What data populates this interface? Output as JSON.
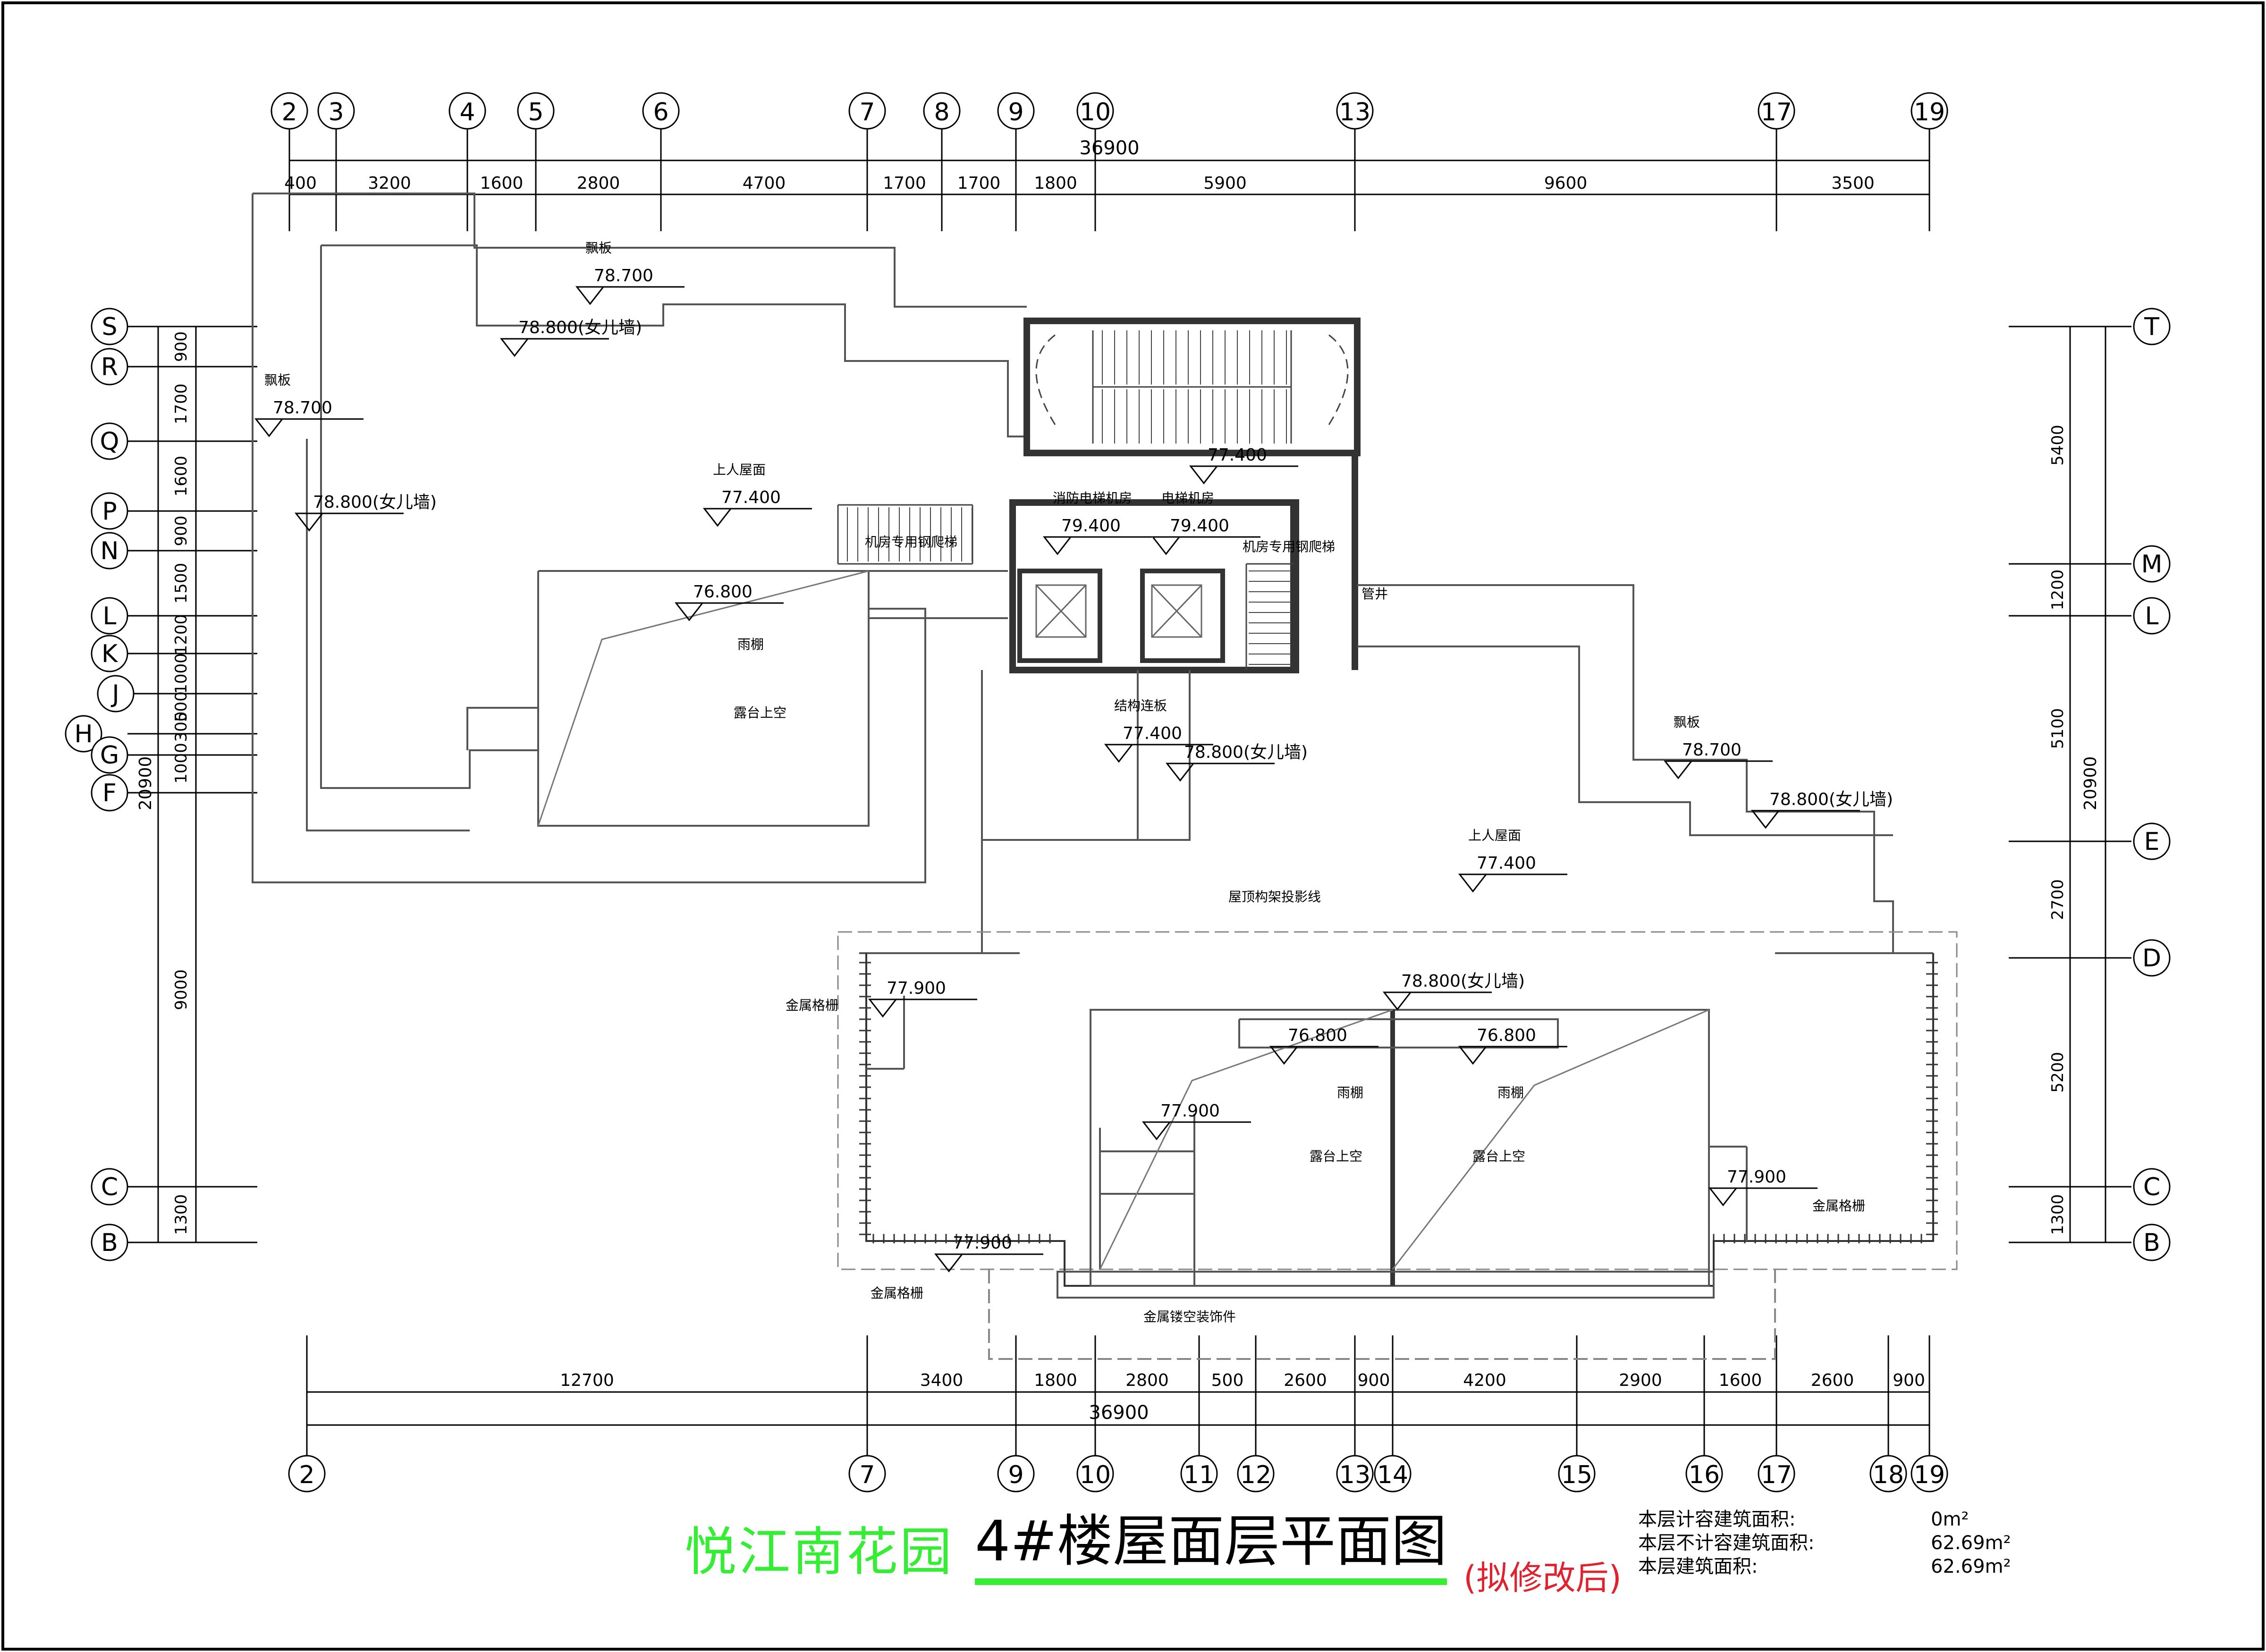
{
  "title": {
    "project": "悦江南花园",
    "main": "4#楼屋面层平面图",
    "note": "(拟修改后)"
  },
  "areas": [
    {
      "label": "本层计容建筑面积:",
      "value": "0m²"
    },
    {
      "label": "本层不计容建筑面积:",
      "value": "62.69m²"
    },
    {
      "label": "本层建筑面积:",
      "value": "62.69m²"
    }
  ],
  "grid_top": [
    "2",
    "3",
    "4",
    "5",
    "6",
    "7",
    "8",
    "9",
    "10",
    "13",
    "17",
    "19"
  ],
  "grid_bottom": [
    "2",
    "7",
    "9",
    "10",
    "11",
    "12",
    "13",
    "14",
    "15",
    "16",
    "17",
    "18",
    "19"
  ],
  "grid_left": [
    "S",
    "R",
    "Q",
    "P",
    "N",
    "L",
    "K",
    "J",
    "H",
    "G",
    "F",
    "C",
    "B"
  ],
  "grid_right": [
    "T",
    "M",
    "L",
    "E",
    "D",
    "C",
    "B"
  ],
  "dims_top": {
    "total": "36900",
    "segments": [
      "400",
      "3200",
      "1600",
      "2800",
      "4700",
      "1700",
      "1700",
      "1800",
      "5900",
      "9600",
      "3500"
    ]
  },
  "dims_bottom": {
    "total": "36900",
    "segments": [
      "12700",
      "3400",
      "1800",
      "2800",
      "500",
      "2600",
      "900",
      "4200",
      "2900",
      "1600",
      "2600",
      "900"
    ]
  },
  "dims_left": {
    "total": "20900",
    "segments": [
      "900",
      "1700",
      "1600",
      "900",
      "1500",
      "1200",
      "1000",
      "500",
      "300",
      "1000",
      "9000",
      "1300"
    ]
  },
  "dims_right": {
    "total": "20900",
    "segments": [
      "5400",
      "1200",
      "5100",
      "2700",
      "5200",
      "1300"
    ]
  },
  "elevations": [
    {
      "id": "e1",
      "label": "飘板",
      "value": "78.700"
    },
    {
      "id": "e2",
      "label": "",
      "value": "78.800(女儿墙)"
    },
    {
      "id": "e3",
      "label": "飘板",
      "value": "78.700"
    },
    {
      "id": "e4",
      "label": "",
      "value": "78.800(女儿墙)"
    },
    {
      "id": "e5",
      "label": "上人屋面",
      "value": "77.400"
    },
    {
      "id": "e6",
      "label": "",
      "value": "76.800"
    },
    {
      "id": "e7",
      "label": "",
      "value": "77.400"
    },
    {
      "id": "e8",
      "label": "消防电梯机房",
      "value": "79.400"
    },
    {
      "id": "e9",
      "label": "电梯机房",
      "value": "79.400"
    },
    {
      "id": "e10",
      "label": "结构连板",
      "value": "77.400"
    },
    {
      "id": "e11",
      "label": "",
      "value": "78.800(女儿墙)"
    },
    {
      "id": "e12",
      "label": "飘板",
      "value": "78.700"
    },
    {
      "id": "e13",
      "label": "",
      "value": "78.800(女儿墙)"
    },
    {
      "id": "e14",
      "label": "上人屋面",
      "value": "77.400"
    },
    {
      "id": "e15",
      "label": "",
      "value": "77.900"
    },
    {
      "id": "e16",
      "label": "",
      "value": "78.800(女儿墙)"
    },
    {
      "id": "e17",
      "label": "",
      "value": "76.800"
    },
    {
      "id": "e18",
      "label": "",
      "value": "76.800"
    },
    {
      "id": "e19",
      "label": "",
      "value": "77.900"
    },
    {
      "id": "e20",
      "label": "",
      "value": "77.900"
    },
    {
      "id": "e21",
      "label": "",
      "value": "77.900"
    }
  ],
  "notes": {
    "canopy1": "雨棚",
    "canopy2": "雨棚",
    "canopy3": "雨棚",
    "void1": "露台上空",
    "void2": "露台上空",
    "void3": "露台上空",
    "ladder1": "机房专用钢爬梯",
    "ladder2": "机房专用钢爬梯",
    "shaft": "管井",
    "frame_line": "屋顶构架投影线",
    "grille1": "金属格栅",
    "grille2": "金属格栅",
    "grille3": "金属格栅",
    "decor": "金属镂空装饰件"
  }
}
